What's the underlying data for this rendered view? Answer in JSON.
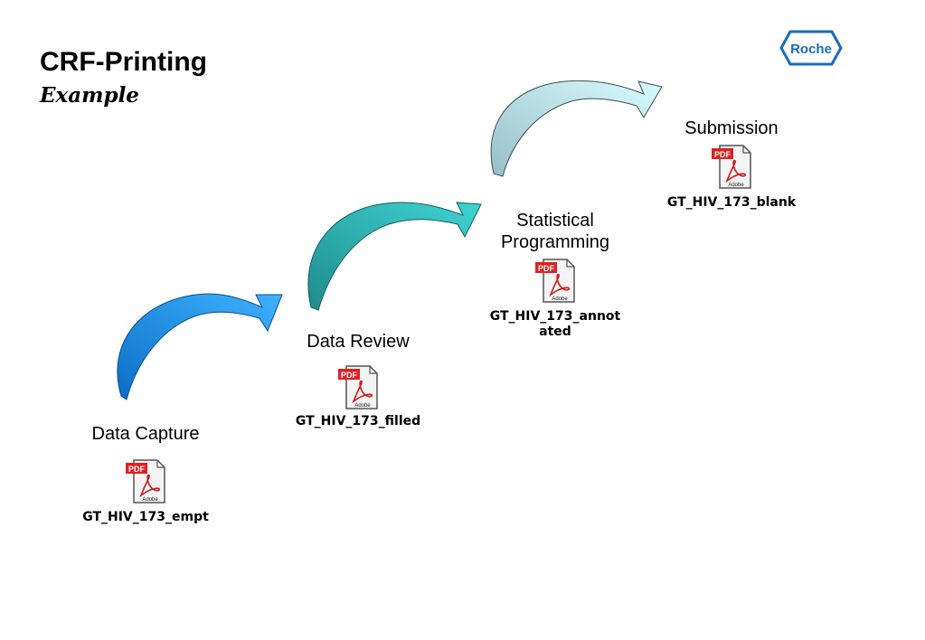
{
  "header": {
    "title": "CRF-Printing",
    "subtitle": "Example"
  },
  "logo": {
    "text": "Roche",
    "color": "#1a6bbf"
  },
  "stages": [
    {
      "label": "Data Capture",
      "file": "GT_HIV_173_empt",
      "icon": "pdf-icon"
    },
    {
      "label": "Data Review",
      "file": "GT_HIV_173_filled",
      "icon": "pdf-icon"
    },
    {
      "label": "Statistical Programming",
      "file": "GT_HIV_173_annotated",
      "icon": "pdf-icon"
    },
    {
      "label": "Submission",
      "file": "GT_HIV_173_blank",
      "icon": "pdf-icon"
    }
  ],
  "pdf_icon": {
    "badge": "PDF",
    "brand": "Adobe",
    "badge_color": "#e02020"
  },
  "arrow_colors": [
    "#1e7fd6",
    "#2aa7a7",
    "#a9cdd6"
  ]
}
